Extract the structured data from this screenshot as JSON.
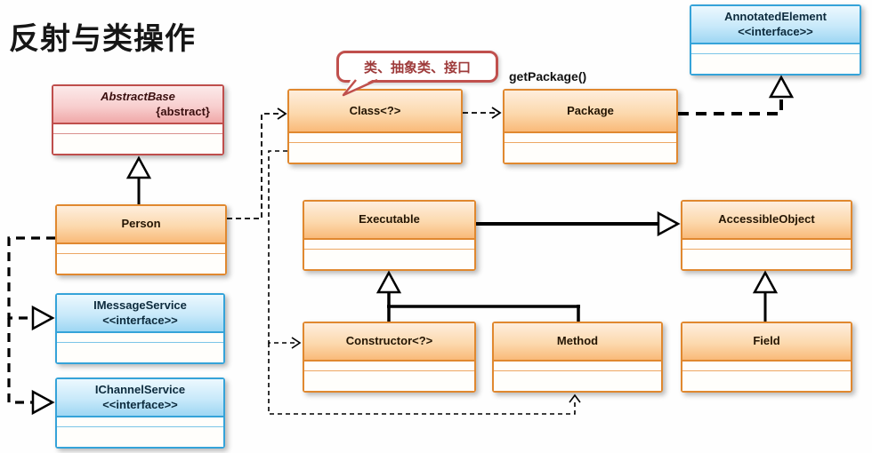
{
  "title": "反射与类操作",
  "callout": {
    "text": "类、抽象类、接口"
  },
  "annotations": {
    "get_package": "getPackage()"
  },
  "classes": {
    "abstract_base": {
      "name": "AbstractBase",
      "stereotype": "{abstract}"
    },
    "person": {
      "name": "Person"
    },
    "imessage_service": {
      "name": "IMessageService",
      "stereotype": "<<interface>>"
    },
    "ichannel_service": {
      "name": "IChannelService",
      "stereotype": "<<interface>>"
    },
    "class": {
      "name": "Class<?>"
    },
    "package": {
      "name": "Package"
    },
    "annotated_element": {
      "name": "AnnotatedElement",
      "stereotype": "<<interface>>"
    },
    "executable": {
      "name": "Executable"
    },
    "accessible_object": {
      "name": "AccessibleObject"
    },
    "constructor": {
      "name": "Constructor<?>"
    },
    "method": {
      "name": "Method"
    },
    "field": {
      "name": "Field"
    }
  },
  "colors": {
    "class_border": "#e0882f",
    "class_fill_top": "#feeedd",
    "class_fill_bottom": "#f9ba79",
    "interface_border": "#35a3d9",
    "interface_fill_top": "#ecf8fe",
    "interface_fill_bottom": "#9ed7f3",
    "abstract_border": "#bf4e4c",
    "abstract_fill_top": "#fceaea",
    "abstract_fill_bottom": "#f0a9a9",
    "callout_border": "#c0504d",
    "connector": "#000000"
  }
}
